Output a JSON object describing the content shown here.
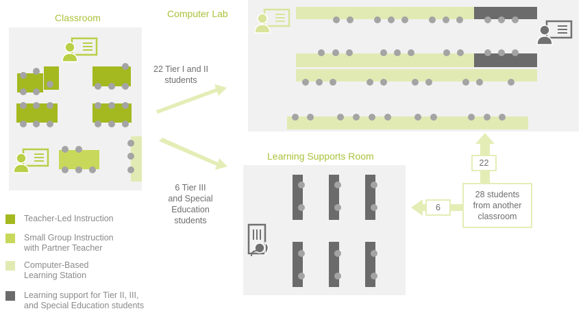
{
  "rooms": {
    "classroom": "Classroom",
    "computer_lab": "Computer Lab",
    "learning_supports": "Learning Supports Room"
  },
  "arrows": {
    "upper_text": "22 Tier I and II\nstudents",
    "lower_text": "6 Tier III\nand Special\nEducation\nstudents"
  },
  "flows": {
    "to_lab_count": "22",
    "to_supports_count": "6",
    "other_classroom": "28 students\nfrom another\nclassroom"
  },
  "legend": [
    {
      "label": "Teacher-Led Instruction",
      "color": "#a3b91f"
    },
    {
      "label": "Small Group Instruction\nwith Partner Teacher",
      "color": "#c8d85a"
    },
    {
      "label": "Computer-Based\nLearning Station",
      "color": "#e2eab3"
    },
    {
      "label": "Learning support for Tier II, III,\nand Special Education students",
      "color": "#6b6b6b"
    }
  ],
  "colors": {
    "room_bg": "#f1f1f1",
    "arrow": "#e4edb6",
    "seat": "#a4a4a4",
    "icon_green": "#b8cf46",
    "icon_grey": "#707070"
  }
}
